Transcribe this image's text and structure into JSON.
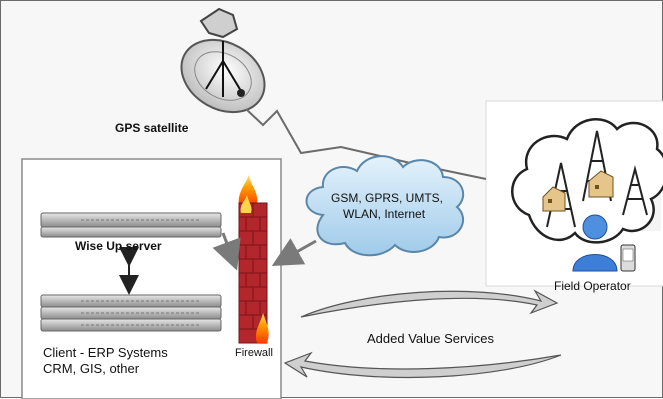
{
  "labels": {
    "satellite": "GPS satellite",
    "server": "Wise Up server",
    "client_line1": "Client - ERP Systems",
    "client_line2": "CRM, GIS, other",
    "firewall": "Firewall",
    "cloud_line1": "GSM, GPRS, UMTS,",
    "cloud_line2": "WLAN, Internet",
    "operator": "Field Operator",
    "services": "Added Value Services"
  },
  "colors": {
    "cloud_fill": "#bfe0f5",
    "cloud_stroke": "#5a86a8",
    "brick": "#b3262b",
    "flame": "#ff8a00",
    "arrow": "#7a7a7a",
    "person": "#3d7fd6"
  },
  "icons": [
    "satellite-dish-icon",
    "server-rack-icon",
    "firewall-icon",
    "cloud-icon",
    "radio-tower-icon",
    "building-icon",
    "person-icon",
    "mobile-phone-icon"
  ]
}
